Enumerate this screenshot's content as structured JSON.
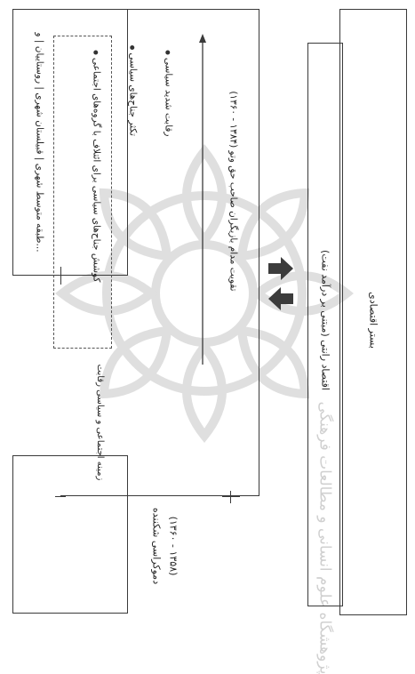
{
  "boxes": {
    "social_left": {
      "label": "طبقه متوسط شهری | قبیلستان شهری | روستاییان | و..."
    },
    "political_center": {
      "bullets": [
        "کوشش جناح‌های سیاسی برای ائتلاف با گروه‌های اجتماعی",
        "تکثر جناح‌های سیاسی",
        "رقابت شدید سیاسی"
      ],
      "axis_label": "تقویت مدام بازیگران صاحب حق وتو (۱۳۸۴ - ۱۳۶۰)",
      "handwritten_note": "زمینه اجتماعی و سیاسی رقابت",
      "democracy_label": "دموکراسی شکننده",
      "democracy_years": "(۱۳۶۰ - ۱۳۵۸)"
    },
    "economy_inner": {
      "label": "اقتصاد رانتی (مبتنی بر درآمد نفت)"
    },
    "economy_outer": {
      "label": "بستر اقتصادی"
    }
  },
  "watermark": {
    "text": "پژوهشگاه علوم انسانی و مطالعات فرهنگی"
  },
  "colors": {
    "line": "#3a3a3a",
    "arrow": "#3c3c3c",
    "watermark": "#d8d8d8"
  }
}
